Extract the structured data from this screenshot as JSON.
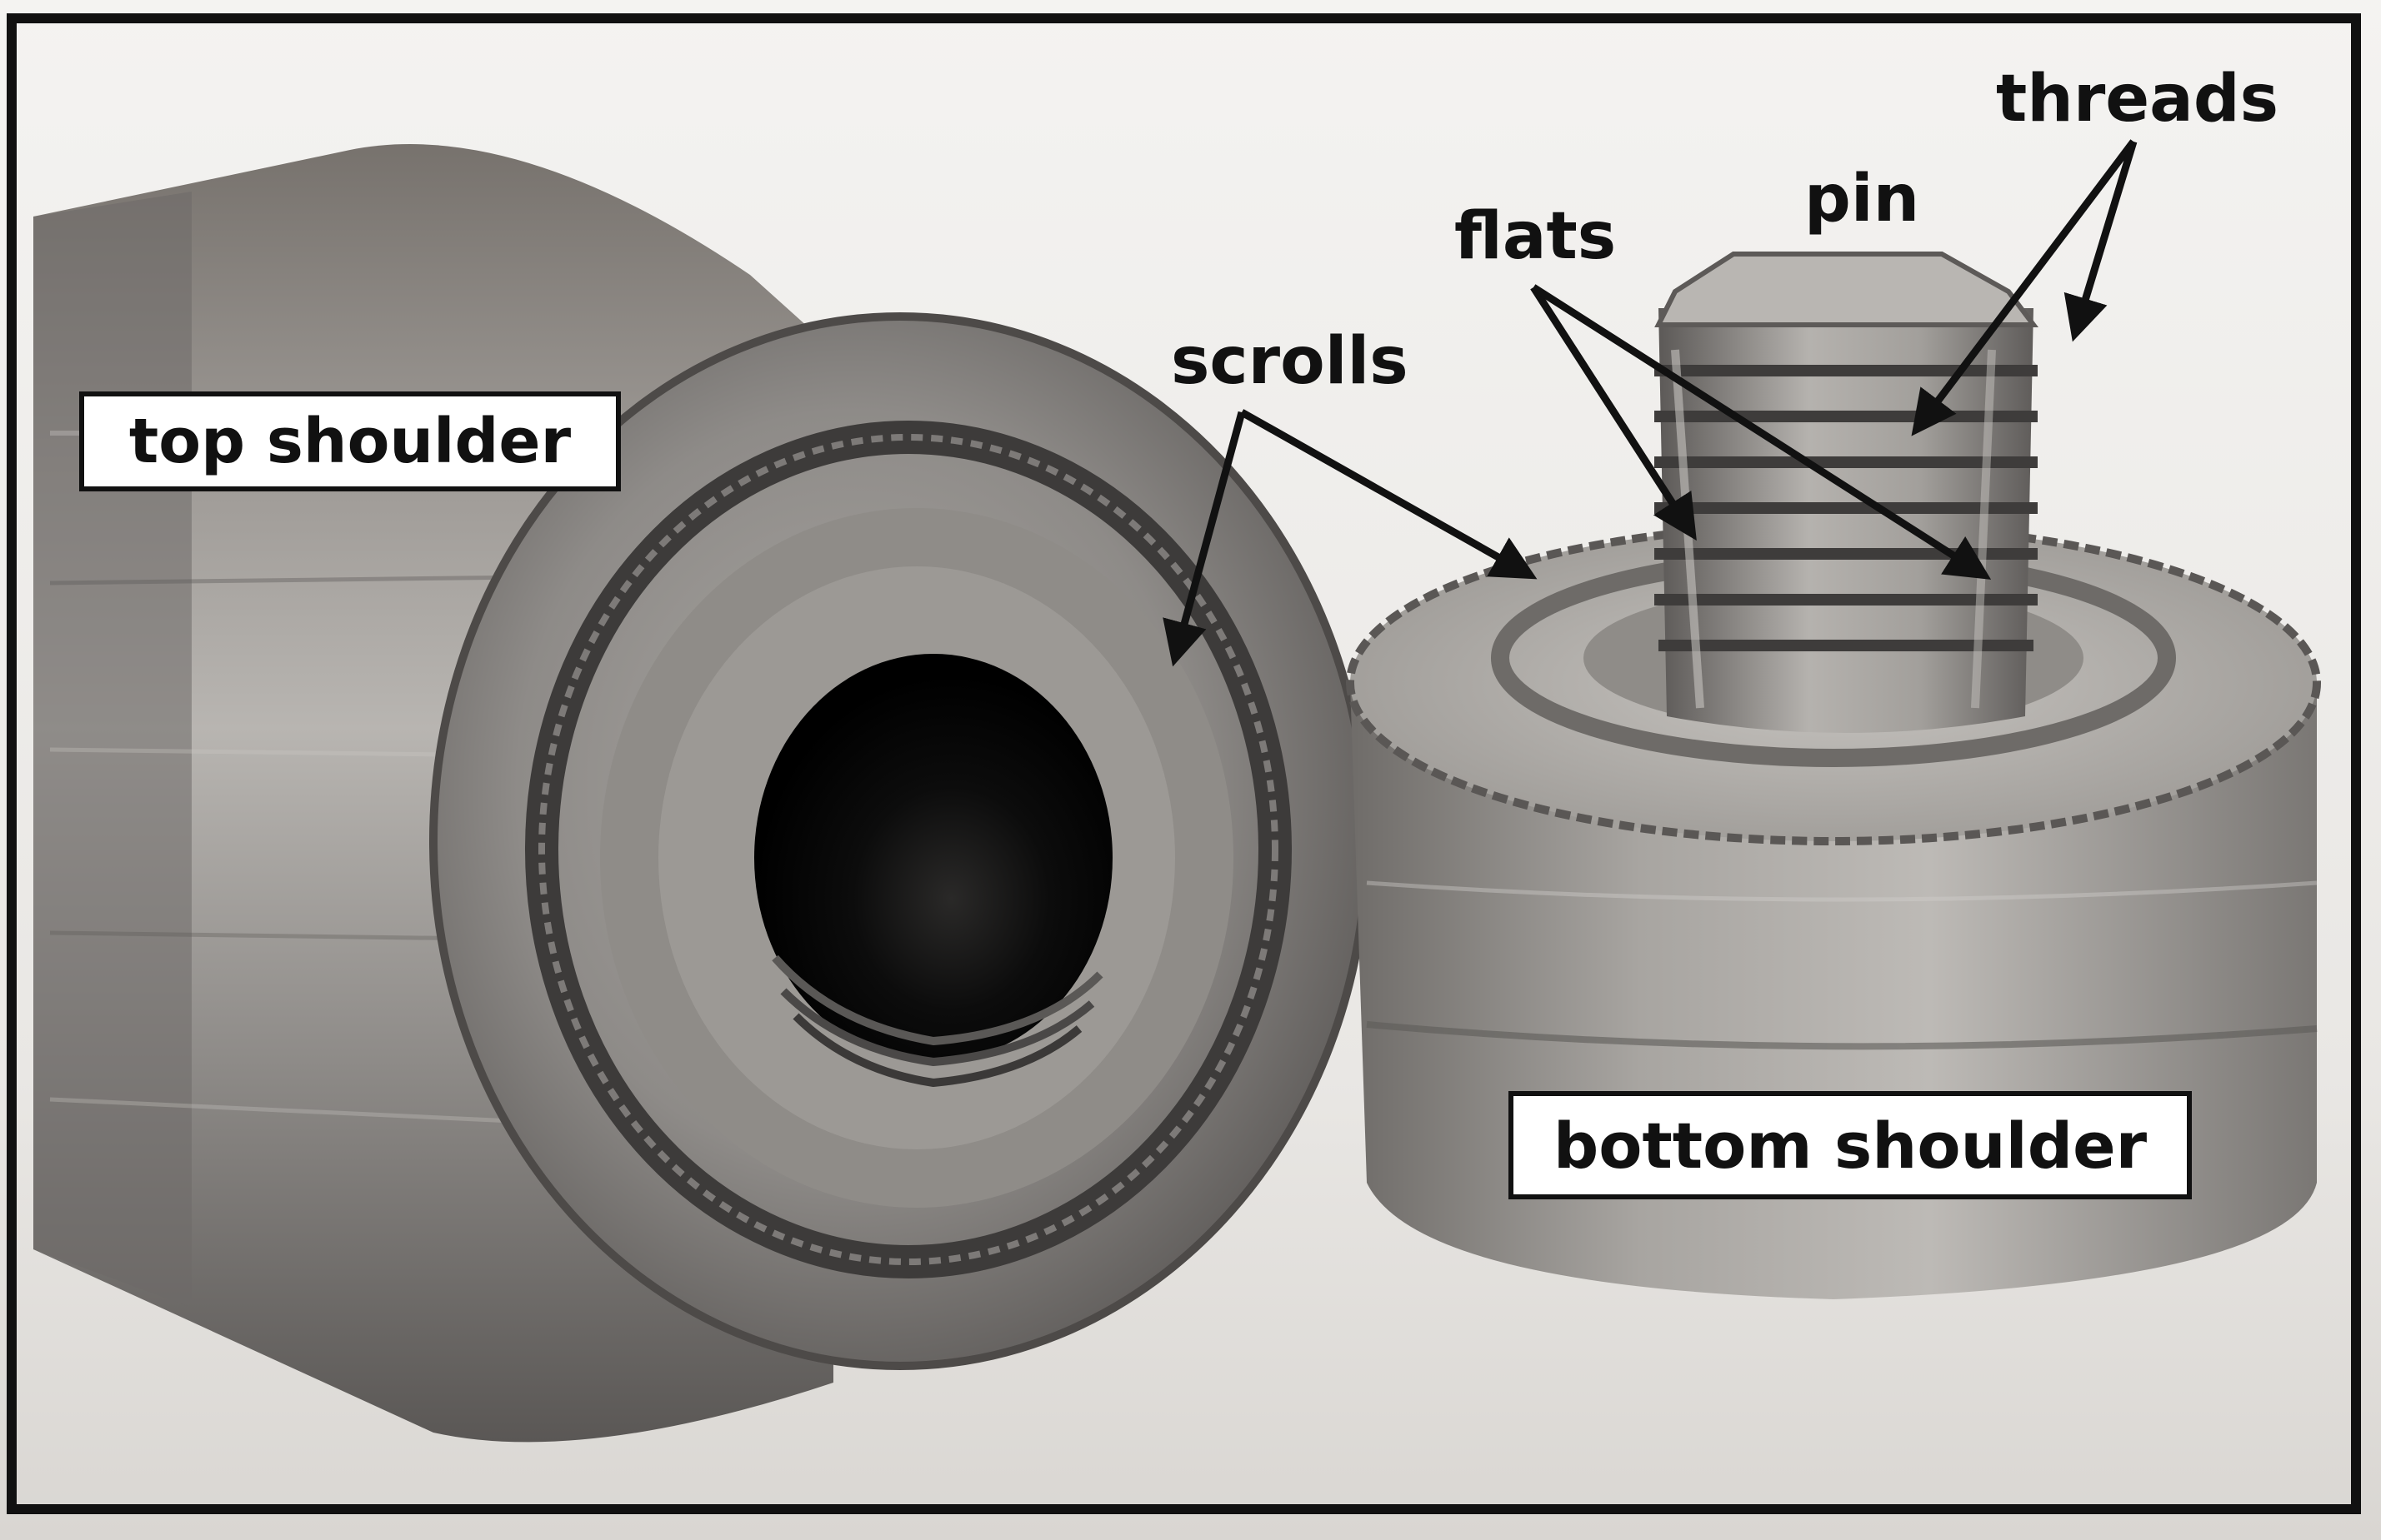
{
  "labels": {
    "top_shoulder": "top shoulder",
    "bottom_shoulder": "bottom shoulder",
    "scrolls": "scrolls",
    "flats": "flats",
    "pin": "pin",
    "threads": "threads"
  },
  "colors": {
    "background": "#ece9e6",
    "frame": "#111111",
    "metal_light": "#b9b6b2",
    "metal_mid": "#8a8785",
    "metal_dark": "#4a4847",
    "bore": "#050505",
    "label_box": "#ffffff",
    "annotation": "#111111"
  }
}
